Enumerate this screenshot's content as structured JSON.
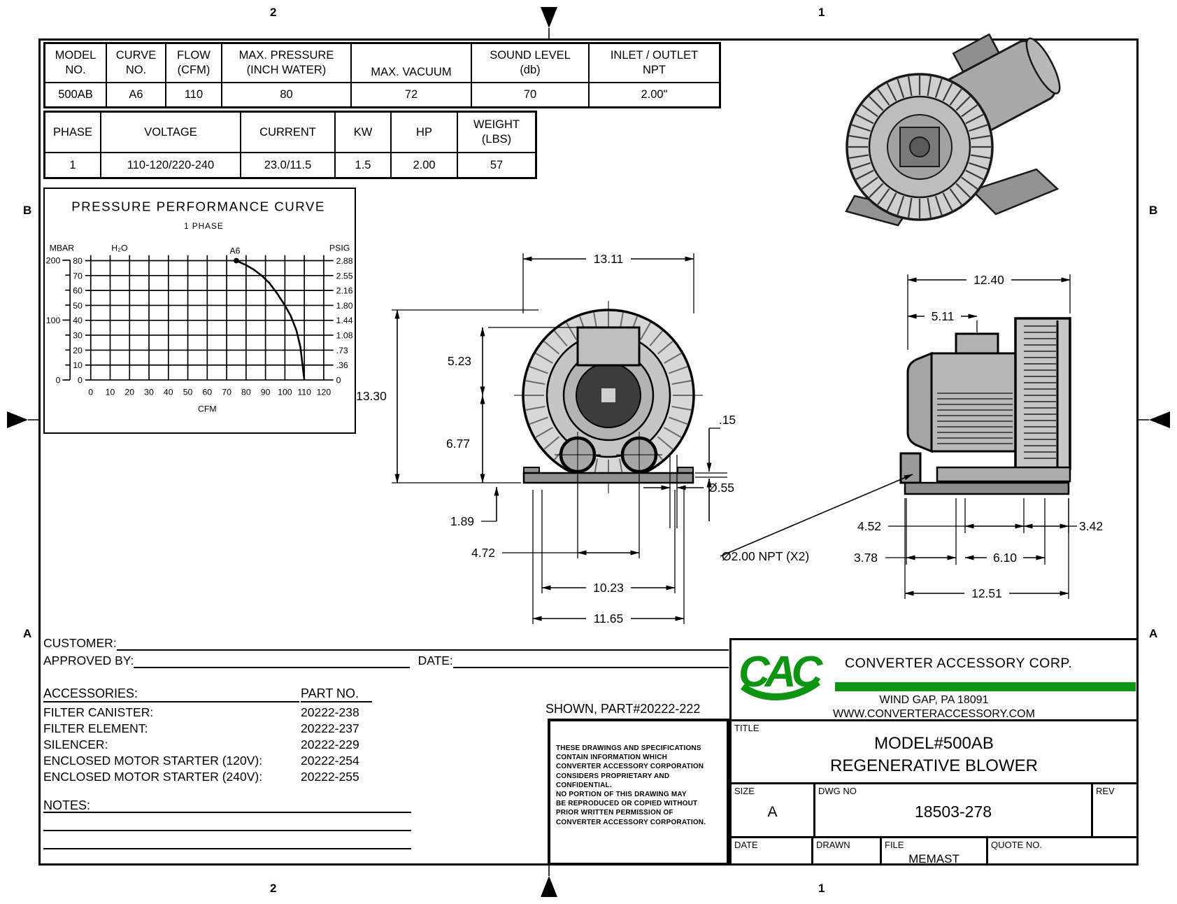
{
  "colors": {
    "brand_green": "#0d9410",
    "ink": "#000000"
  },
  "zones": {
    "top_left": "2",
    "top_right": "1",
    "bottom_left": "2",
    "bottom_right": "1",
    "left_top": "B",
    "left_bottom": "A",
    "right_top": "B",
    "right_bottom": "A"
  },
  "spec_table": {
    "headers": [
      "MODEL\nNO.",
      "CURVE\nNO.",
      "FLOW\n(CFM)",
      "MAX. PRESSURE\n(INCH WATER)",
      "MAX. VACUUM",
      "SOUND LEVEL\n(db)",
      "INLET / OUTLET\nNPT"
    ],
    "values": [
      "500AB",
      "A6",
      "110",
      "80",
      "72",
      "70",
      "2.00\""
    ]
  },
  "electrical_table": {
    "headers": [
      "PHASE",
      "VOLTAGE",
      "CURRENT",
      "KW",
      "HP",
      "WEIGHT\n(LBS)"
    ],
    "values": [
      "1",
      "110-120/220-240",
      "23.0/11.5",
      "1.5",
      "2.00",
      "57"
    ]
  },
  "chart_data": {
    "type": "line",
    "title": "PRESSURE PERFORMANCE CURVE",
    "subtitle": "1 PHASE",
    "x_axis": {
      "label": "CFM",
      "min": 0,
      "max": 120,
      "step": 10
    },
    "y_left": {
      "label": "H₂O",
      "min": 0,
      "max": 80,
      "step": 10
    },
    "y_left2": {
      "label": "MBAR",
      "ticks": [
        0,
        100,
        200
      ],
      "minor_step": 25,
      "scale_to_h2o": 0.4015
    },
    "y_right": {
      "label": "PSIG",
      "ticks": [
        "2.88",
        "2.55",
        "2.16",
        "1.80",
        "1.44",
        "1.08",
        ".73",
        ".36",
        "0"
      ]
    },
    "series": [
      {
        "name": "A6",
        "points": [
          [
            75,
            80
          ],
          [
            80,
            77
          ],
          [
            84,
            74
          ],
          [
            88,
            70
          ],
          [
            92,
            65
          ],
          [
            96,
            58
          ],
          [
            100,
            50
          ],
          [
            103,
            43
          ],
          [
            106,
            33
          ],
          [
            108,
            22
          ],
          [
            110,
            0
          ]
        ]
      }
    ],
    "grid": true
  },
  "front_view": {
    "width": "13.11",
    "height": "13.30",
    "upper": "5.23",
    "lower": "6.77",
    "base": "1.89",
    "ports": "4.72",
    "slots": "10.23",
    "feet": "11.65",
    "lip": ".15",
    "hole": "Ø.55",
    "npt": "Ø2.00 NPT (X2)"
  },
  "side_view": {
    "width": "12.40",
    "motor": "5.11",
    "a": "4.52",
    "b": "3.42",
    "c": "3.78",
    "d": "6.10",
    "base": "12.51"
  },
  "approval": {
    "customer": "CUSTOMER:",
    "approved": "APPROVED BY:",
    "date": "DATE:"
  },
  "accessories": {
    "heading": "ACCESSORIES:",
    "part_heading": "PART NO.",
    "items": [
      {
        "label": "FILTER CANISTER:",
        "part": "20222-238"
      },
      {
        "label": "FILTER ELEMENT:",
        "part": "20222-237"
      },
      {
        "label": "SILENCER:",
        "part": "20222-229"
      },
      {
        "label": "ENCLOSED MOTOR STARTER (120V):",
        "part": "20222-254"
      },
      {
        "label": "ENCLOSED MOTOR STARTER (240V):",
        "part": "20222-255"
      }
    ]
  },
  "notes_label": "NOTES:",
  "shown_part": "SHOWN, PART#20222-222",
  "proprietary": {
    "lines": [
      "THESE DRAWINGS AND SPECIFICATIONS",
      "CONTAIN INFORMATION WHICH",
      "CONVERTER ACCESSORY CORPORATION",
      "CONSIDERS PROPRIETARY AND",
      "CONFIDENTIAL.",
      "NO PORTION OF THIS DRAWING MAY",
      "BE REPRODUCED OR COPIED WITHOUT",
      "PRIOR WRITTEN PERMISSION OF",
      "CONVERTER ACCESSORY CORPORATION."
    ]
  },
  "title_block": {
    "logo_text": "CAC",
    "company": "CONVERTER ACCESSORY CORP.",
    "address": "WIND GAP, PA 18091",
    "website": "WWW.CONVERTERACCESSORY.COM",
    "title_label": "TITLE",
    "title_line1": "MODEL#500AB",
    "title_line2": "REGENERATIVE BLOWER",
    "size_label": "SIZE",
    "size_value": "A",
    "dwg_label": "DWG NO",
    "dwg_value": "18503-278",
    "rev_label": "REV",
    "date_label": "DATE",
    "drawn_label": "DRAWN",
    "file_label": "FILE",
    "file_value": "MEMAST",
    "quote_label": "QUOTE NO."
  }
}
